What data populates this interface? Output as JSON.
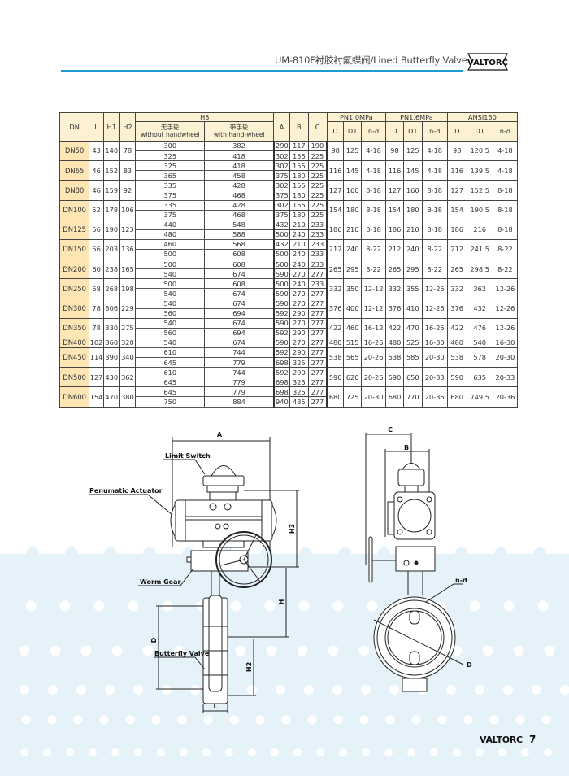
{
  "header": {
    "title": "UM-810F衬胶衬氟蝶阀/Lined Butterfly Valve",
    "logo_text": "VALTORC",
    "accent_color": "#1c9ad6"
  },
  "table": {
    "headers": {
      "dn": "DN",
      "l": "L",
      "h1": "H1",
      "h2": "H2",
      "h3": "H3",
      "h3_without_cn": "无手轮",
      "h3_without_en": "without handwheel",
      "h3_with_cn": "带手轮",
      "h3_with_en": "with hand-wheel",
      "a": "A",
      "b": "B",
      "c": "C",
      "pn10": "PN1.0MPa",
      "pn16": "PN1.6MPa",
      "ansi150": "ANSI150",
      "d": "D",
      "d1": "D1",
      "nd": "n-d"
    },
    "rows": [
      {
        "dn": "DN50",
        "l": "43",
        "h1": "140",
        "h2": "78",
        "sub": [
          {
            "h3_without": "300",
            "h3_with": "382",
            "a": "290",
            "b": "117",
            "c": "190"
          },
          {
            "h3_without": "325",
            "h3_with": "418",
            "a": "302",
            "b": "155",
            "c": "225"
          }
        ],
        "pn10": {
          "d": "98",
          "d1": "125",
          "nd": "4-18"
        },
        "pn16": {
          "d": "98",
          "d1": "125",
          "nd": "4-18"
        },
        "ansi150": {
          "d": "98",
          "d1": "120.5",
          "nd": "4-18"
        }
      },
      {
        "dn": "DN65",
        "l": "46",
        "h1": "152",
        "h2": "83",
        "sub": [
          {
            "h3_without": "325",
            "h3_with": "418",
            "a": "302",
            "b": "155",
            "c": "225"
          },
          {
            "h3_without": "365",
            "h3_with": "458",
            "a": "375",
            "b": "180",
            "c": "225"
          }
        ],
        "pn10": {
          "d": "116",
          "d1": "145",
          "nd": "4-18"
        },
        "pn16": {
          "d": "116",
          "d1": "145",
          "nd": "4-18"
        },
        "ansi150": {
          "d": "116",
          "d1": "139.5",
          "nd": "4-18"
        }
      },
      {
        "dn": "DN80",
        "l": "46",
        "h1": "159",
        "h2": "92",
        "sub": [
          {
            "h3_without": "335",
            "h3_with": "428",
            "a": "302",
            "b": "155",
            "c": "225"
          },
          {
            "h3_without": "375",
            "h3_with": "468",
            "a": "375",
            "b": "180",
            "c": "225"
          }
        ],
        "pn10": {
          "d": "127",
          "d1": "160",
          "nd": "8-18"
        },
        "pn16": {
          "d": "127",
          "d1": "160",
          "nd": "8-18"
        },
        "ansi150": {
          "d": "127",
          "d1": "152.5",
          "nd": "8-18"
        }
      },
      {
        "dn": "DN100",
        "l": "52",
        "h1": "178",
        "h2": "106",
        "sub": [
          {
            "h3_without": "335",
            "h3_with": "428",
            "a": "302",
            "b": "155",
            "c": "225"
          },
          {
            "h3_without": "375",
            "h3_with": "468",
            "a": "375",
            "b": "180",
            "c": "225"
          }
        ],
        "pn10": {
          "d": "154",
          "d1": "180",
          "nd": "8-18"
        },
        "pn16": {
          "d": "154",
          "d1": "180",
          "nd": "8-18"
        },
        "ansi150": {
          "d": "154",
          "d1": "190.5",
          "nd": "8-18"
        }
      },
      {
        "dn": "DN125",
        "l": "56",
        "h1": "190",
        "h2": "123",
        "sub": [
          {
            "h3_without": "440",
            "h3_with": "548",
            "a": "432",
            "b": "210",
            "c": "233"
          },
          {
            "h3_without": "480",
            "h3_with": "588",
            "a": "500",
            "b": "240",
            "c": "233"
          }
        ],
        "pn10": {
          "d": "186",
          "d1": "210",
          "nd": "8-18"
        },
        "pn16": {
          "d": "186",
          "d1": "210",
          "nd": "8-18"
        },
        "ansi150": {
          "d": "186",
          "d1": "216",
          "nd": "8-18"
        }
      },
      {
        "dn": "DN150",
        "l": "56",
        "h1": "203",
        "h2": "136",
        "sub": [
          {
            "h3_without": "460",
            "h3_with": "568",
            "a": "432",
            "b": "210",
            "c": "233"
          },
          {
            "h3_without": "500",
            "h3_with": "608",
            "a": "500",
            "b": "240",
            "c": "233"
          }
        ],
        "pn10": {
          "d": "212",
          "d1": "240",
          "nd": "8-22"
        },
        "pn16": {
          "d": "212",
          "d1": "240",
          "nd": "8-22"
        },
        "ansi150": {
          "d": "212",
          "d1": "241.5",
          "nd": "8-22"
        }
      },
      {
        "dn": "DN200",
        "l": "60",
        "h1": "238",
        "h2": "165",
        "sub": [
          {
            "h3_without": "500",
            "h3_with": "608",
            "a": "500",
            "b": "240",
            "c": "233"
          },
          {
            "h3_without": "540",
            "h3_with": "674",
            "a": "590",
            "b": "270",
            "c": "277"
          }
        ],
        "pn10": {
          "d": "265",
          "d1": "295",
          "nd": "8-22"
        },
        "pn16": {
          "d": "265",
          "d1": "295",
          "nd": "8-22"
        },
        "ansi150": {
          "d": "265",
          "d1": "298.5",
          "nd": "8-22"
        }
      },
      {
        "dn": "DN250",
        "l": "68",
        "h1": "268",
        "h2": "198",
        "sub": [
          {
            "h3_without": "500",
            "h3_with": "608",
            "a": "500",
            "b": "240",
            "c": "233"
          },
          {
            "h3_without": "540",
            "h3_with": "674",
            "a": "590",
            "b": "270",
            "c": "277"
          }
        ],
        "pn10": {
          "d": "332",
          "d1": "350",
          "nd": "12-12"
        },
        "pn16": {
          "d": "332",
          "d1": "355",
          "nd": "12-26"
        },
        "ansi150": {
          "d": "332",
          "d1": "362",
          "nd": "12-26"
        }
      },
      {
        "dn": "DN300",
        "l": "78",
        "h1": "306",
        "h2": "229",
        "sub": [
          {
            "h3_without": "540",
            "h3_with": "674",
            "a": "590",
            "b": "270",
            "c": "277"
          },
          {
            "h3_without": "560",
            "h3_with": "694",
            "a": "592",
            "b": "290",
            "c": "277"
          }
        ],
        "pn10": {
          "d": "376",
          "d1": "400",
          "nd": "12-12"
        },
        "pn16": {
          "d": "376",
          "d1": "410",
          "nd": "12-26"
        },
        "ansi150": {
          "d": "376",
          "d1": "432",
          "nd": "12-26"
        }
      },
      {
        "dn": "DN350",
        "l": "78",
        "h1": "330",
        "h2": "275",
        "sub": [
          {
            "h3_without": "540",
            "h3_with": "674",
            "a": "590",
            "b": "270",
            "c": "277"
          },
          {
            "h3_without": "560",
            "h3_with": "694",
            "a": "592",
            "b": "290",
            "c": "277"
          }
        ],
        "pn10": {
          "d": "422",
          "d1": "460",
          "nd": "16-12"
        },
        "pn16": {
          "d": "422",
          "d1": "470",
          "nd": "16-26"
        },
        "ansi150": {
          "d": "422",
          "d1": "476",
          "nd": "12-26"
        }
      },
      {
        "dn": "DN400",
        "l": "102",
        "h1": "360",
        "h2": "320",
        "sub": [
          {
            "h3_without": "540",
            "h3_with": "674",
            "a": "590",
            "b": "270",
            "c": "277"
          }
        ],
        "pn10": {
          "d": "480",
          "d1": "515",
          "nd": "16-26"
        },
        "pn16": {
          "d": "480",
          "d1": "525",
          "nd": "16-30"
        },
        "ansi150": {
          "d": "480",
          "d1": "540",
          "nd": "16-30"
        }
      },
      {
        "dn": "DN450",
        "l": "114",
        "h1": "390",
        "h2": "340",
        "sub": [
          {
            "h3_without": "610",
            "h3_with": "744",
            "a": "592",
            "b": "290",
            "c": "277"
          },
          {
            "h3_without": "645",
            "h3_with": "779",
            "a": "698",
            "b": "325",
            "c": "277"
          }
        ],
        "pn10": {
          "d": "538",
          "d1": "565",
          "nd": "20-26"
        },
        "pn16": {
          "d": "538",
          "d1": "585",
          "nd": "20-30"
        },
        "ansi150": {
          "d": "538",
          "d1": "578",
          "nd": "20-30"
        }
      },
      {
        "dn": "DN500",
        "l": "127",
        "h1": "430",
        "h2": "362",
        "sub": [
          {
            "h3_without": "610",
            "h3_with": "744",
            "a": "592",
            "b": "290",
            "c": "277"
          },
          {
            "h3_without": "645",
            "h3_with": "779",
            "a": "698",
            "b": "325",
            "c": "277"
          }
        ],
        "pn10": {
          "d": "590",
          "d1": "620",
          "nd": "20-26"
        },
        "pn16": {
          "d": "590",
          "d1": "650",
          "nd": "20-33"
        },
        "ansi150": {
          "d": "590",
          "d1": "635",
          "nd": "20-33"
        }
      },
      {
        "dn": "DN600",
        "l": "154",
        "h1": "470",
        "h2": "380",
        "sub": [
          {
            "h3_without": "645",
            "h3_with": "779",
            "a": "698",
            "b": "325",
            "c": "277"
          },
          {
            "h3_without": "750",
            "h3_with": "884",
            "a": "940",
            "b": "435",
            "c": "277"
          }
        ],
        "pn10": {
          "d": "680",
          "d1": "725",
          "nd": "20-30"
        },
        "pn16": {
          "d": "680",
          "d1": "770",
          "nd": "20-36"
        },
        "ansi150": {
          "d": "680",
          "d1": "749.5",
          "nd": "20-36"
        }
      }
    ]
  },
  "drawing_front": {
    "labels": {
      "limit_switch": "Limit Switch",
      "actuator": "Penumatic Actuator",
      "worm_gear": "Worm Gear",
      "butterfly_valve": "Butterfly Valve"
    },
    "dims": {
      "a": "A",
      "h3": "H3",
      "h": "H",
      "h2": "H2",
      "d": "D",
      "l": "L"
    }
  },
  "drawing_side": {
    "dims": {
      "c": "C",
      "b": "B",
      "nd": "n-d",
      "d": "D"
    }
  },
  "footer": {
    "brand": "VALTORC",
    "page_number": "7"
  }
}
